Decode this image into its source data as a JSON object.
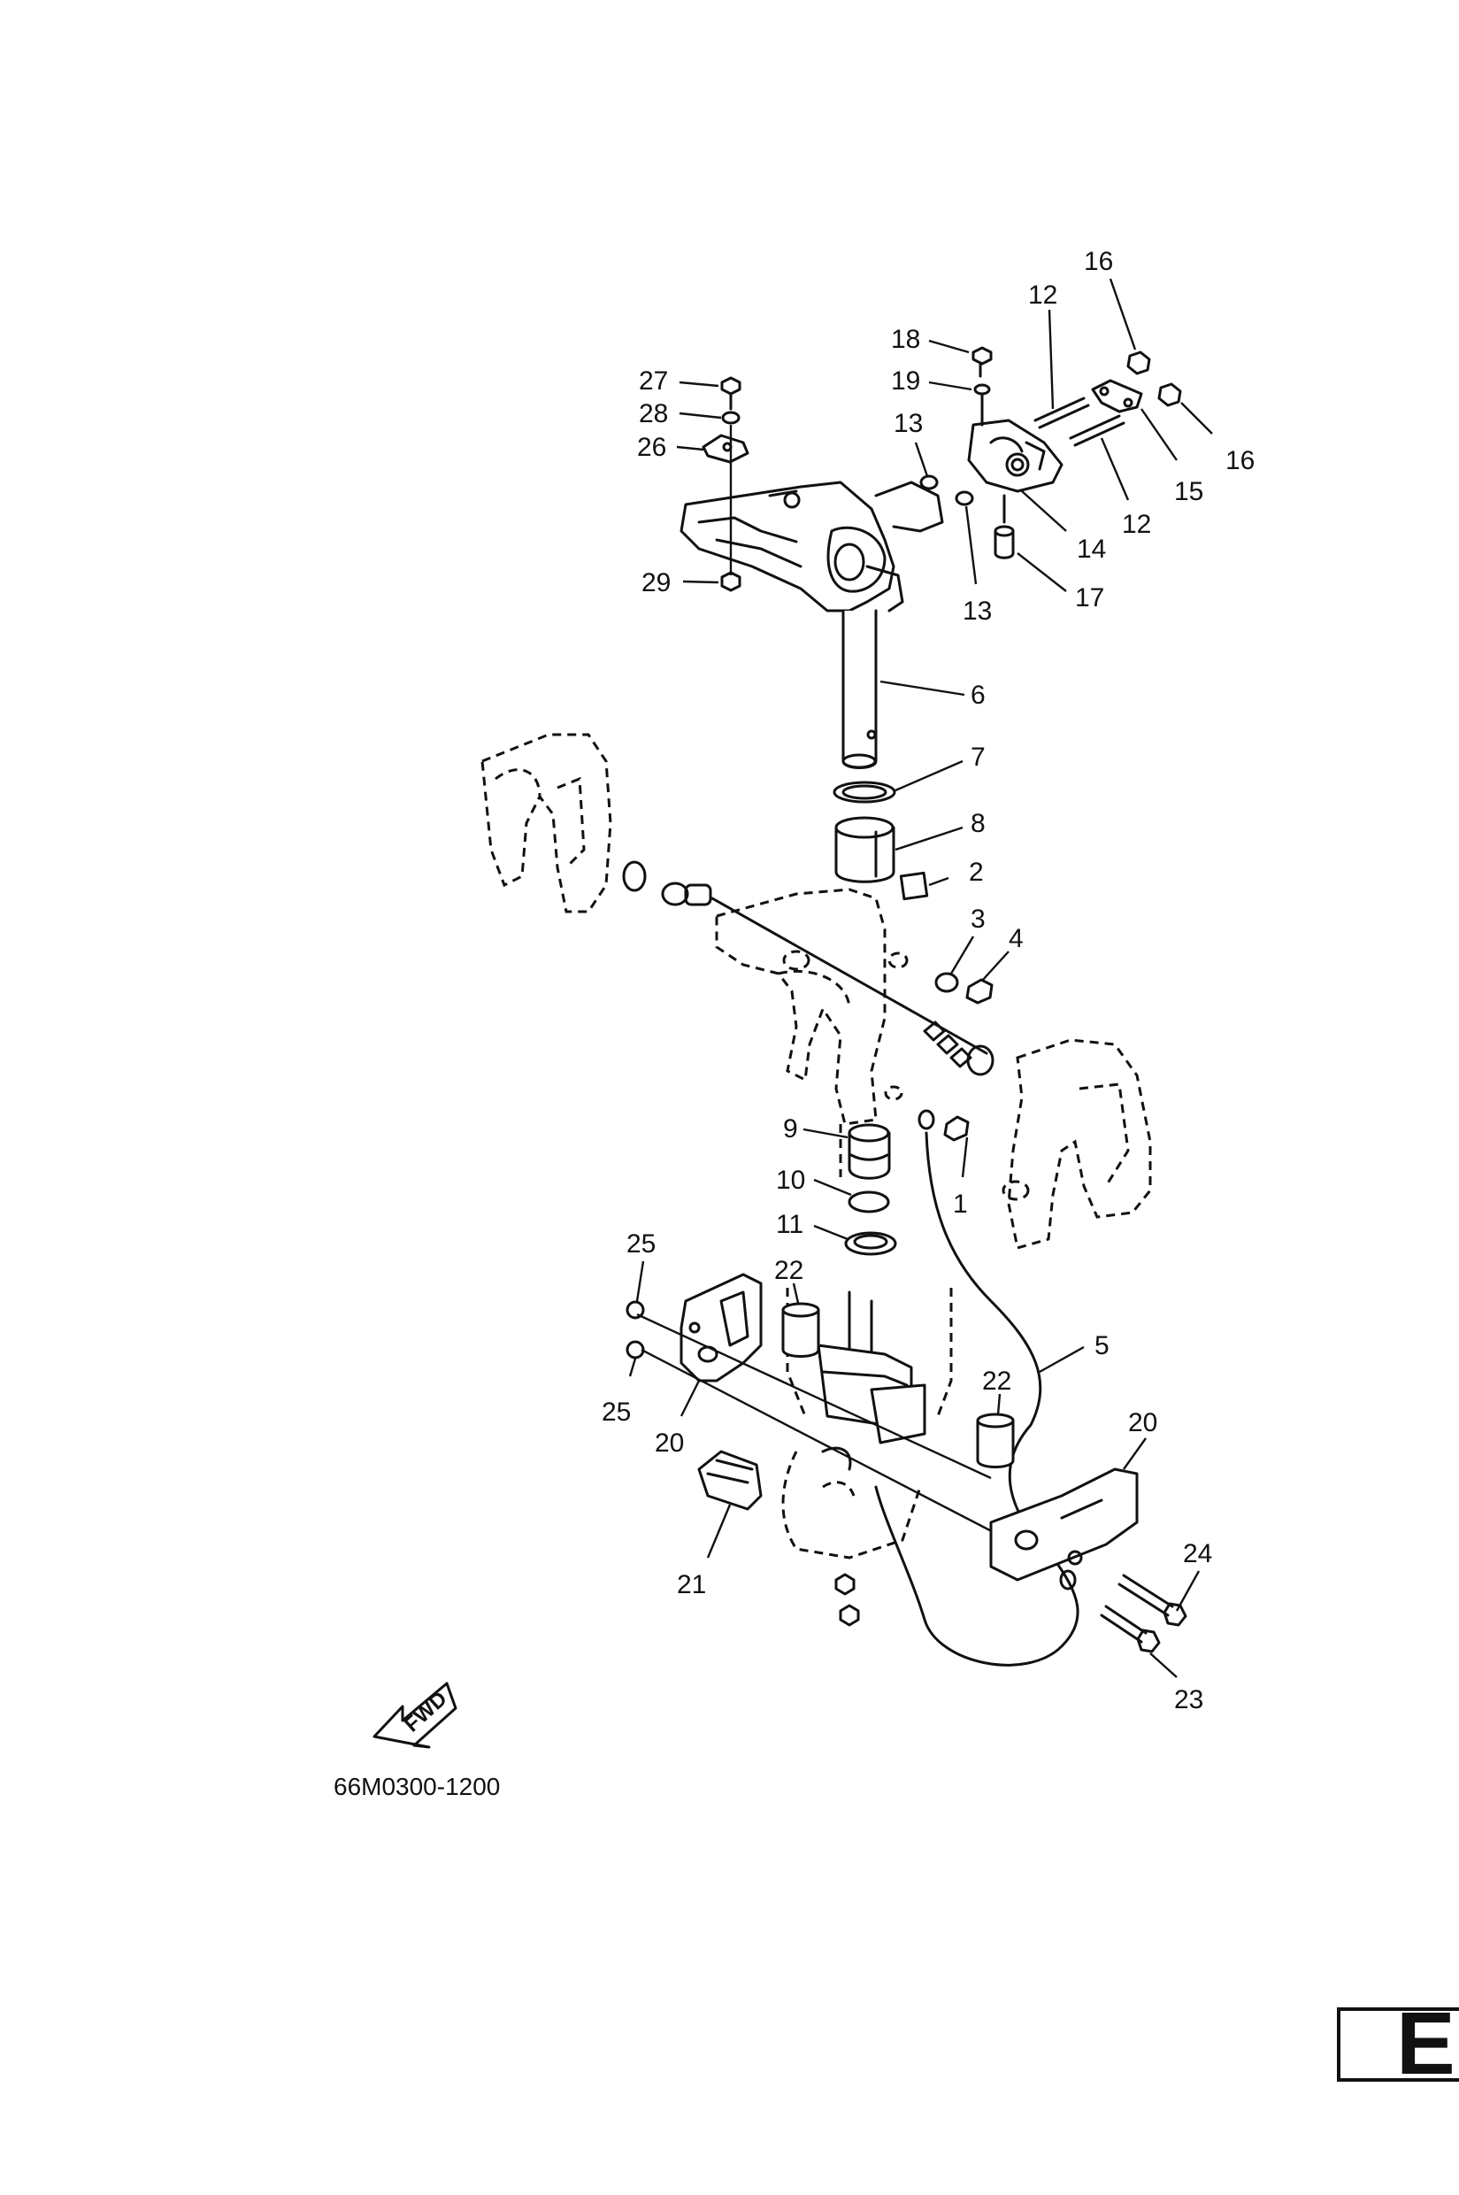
{
  "figure_code": "66M0300-1200",
  "fwd_label": "FWD",
  "section_letter": "E",
  "callouts": [
    {
      "id": "c1",
      "label": "1"
    },
    {
      "id": "c2",
      "label": "2"
    },
    {
      "id": "c3",
      "label": "3"
    },
    {
      "id": "c4",
      "label": "4"
    },
    {
      "id": "c5",
      "label": "5"
    },
    {
      "id": "c6",
      "label": "6"
    },
    {
      "id": "c7",
      "label": "7"
    },
    {
      "id": "c8",
      "label": "8"
    },
    {
      "id": "c9",
      "label": "9"
    },
    {
      "id": "c10",
      "label": "10"
    },
    {
      "id": "c11",
      "label": "11"
    },
    {
      "id": "c12a",
      "label": "12"
    },
    {
      "id": "c12b",
      "label": "12"
    },
    {
      "id": "c13a",
      "label": "13"
    },
    {
      "id": "c13b",
      "label": "13"
    },
    {
      "id": "c14",
      "label": "14"
    },
    {
      "id": "c15",
      "label": "15"
    },
    {
      "id": "c16a",
      "label": "16"
    },
    {
      "id": "c16b",
      "label": "16"
    },
    {
      "id": "c17",
      "label": "17"
    },
    {
      "id": "c18",
      "label": "18"
    },
    {
      "id": "c19",
      "label": "19"
    },
    {
      "id": "c20a",
      "label": "20"
    },
    {
      "id": "c20b",
      "label": "20"
    },
    {
      "id": "c21",
      "label": "21"
    },
    {
      "id": "c22a",
      "label": "22"
    },
    {
      "id": "c22b",
      "label": "22"
    },
    {
      "id": "c23",
      "label": "23"
    },
    {
      "id": "c24",
      "label": "24"
    },
    {
      "id": "c25a",
      "label": "25"
    },
    {
      "id": "c25b",
      "label": "25"
    },
    {
      "id": "c26",
      "label": "26"
    },
    {
      "id": "c27",
      "label": "27"
    },
    {
      "id": "c28",
      "label": "28"
    },
    {
      "id": "c29",
      "label": "29"
    }
  ]
}
